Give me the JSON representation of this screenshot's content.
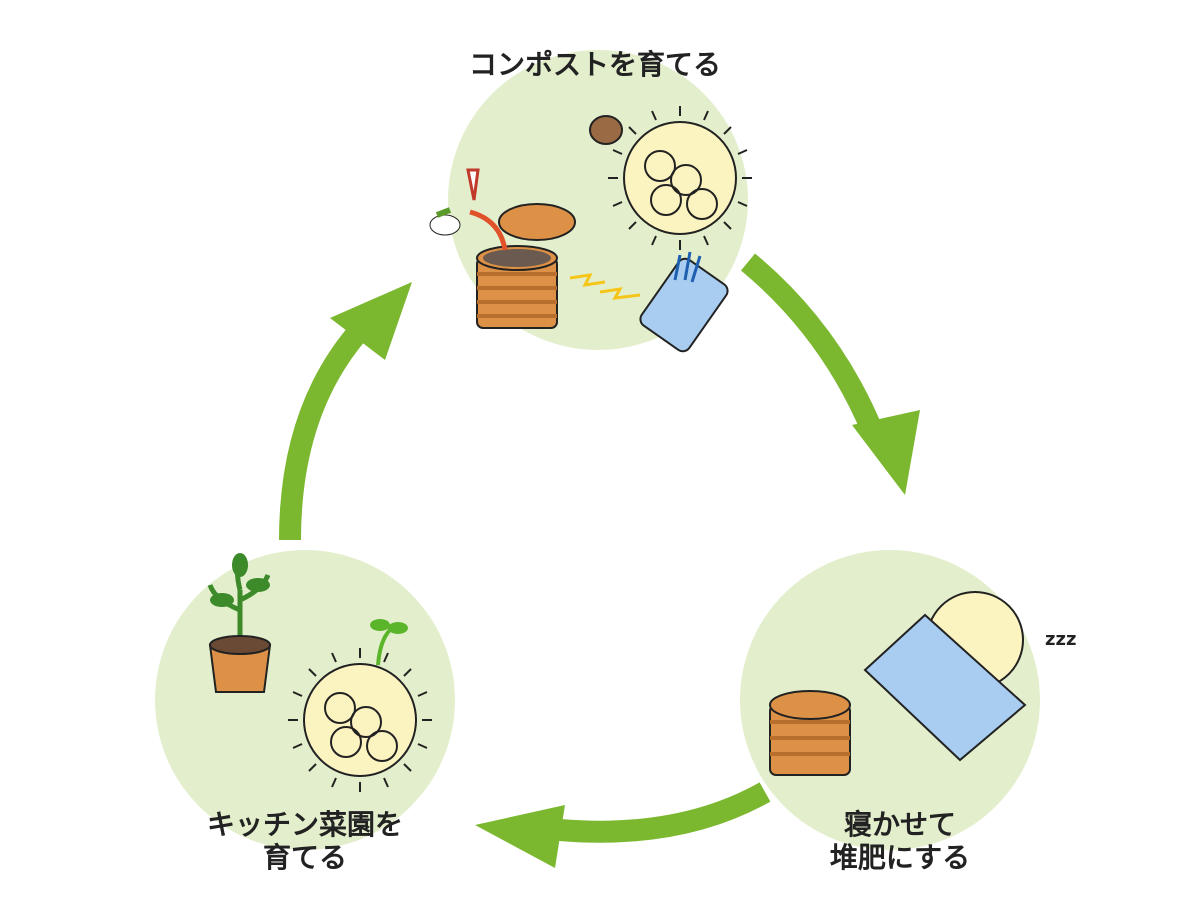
{
  "diagram": {
    "type": "cycle",
    "colors": {
      "circle_fill": "#e3efcc",
      "arrow": "#7cb82f",
      "bin": "#dc9146",
      "character": "#fbf3c0"
    },
    "steps": [
      {
        "label_lines": [
          "コンポストを育てる"
        ]
      },
      {
        "label_lines": [
          "寝かせて",
          "堆肥にする"
        ]
      },
      {
        "label_lines": [
          "キッチン菜園を",
          "育てる"
        ]
      }
    ],
    "sleep_text": "zzz"
  }
}
